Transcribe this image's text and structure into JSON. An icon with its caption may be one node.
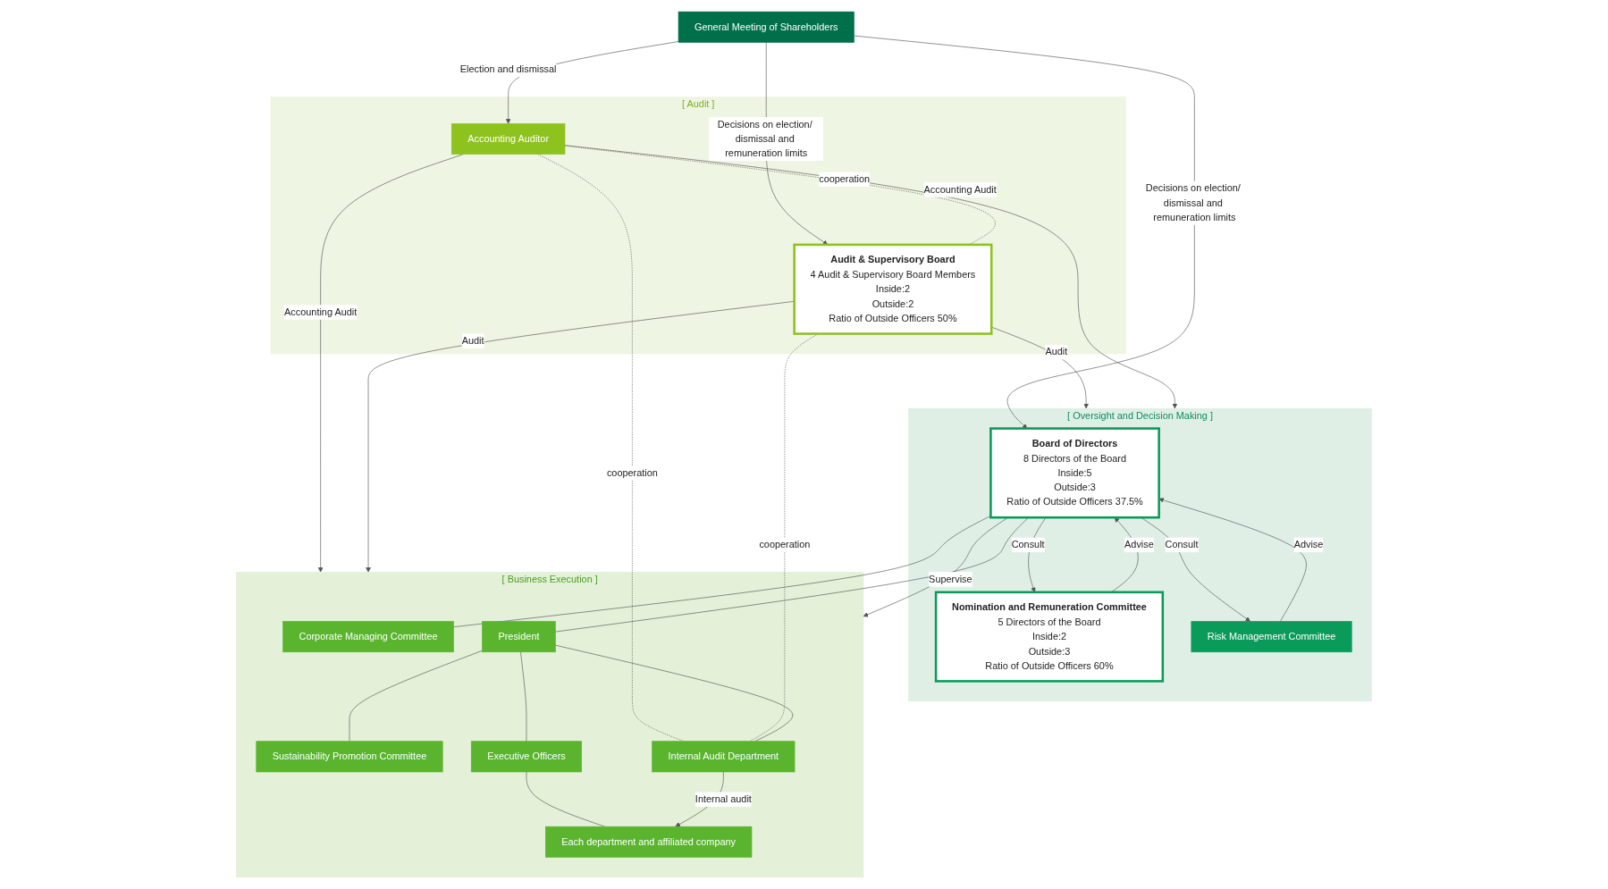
{
  "diagram": {
    "nodes": [
      {
        "text": [
          "General Meeting of Shareholders"
        ]
      },
      {
        "text": [
          "[ Audit ]"
        ]
      },
      {
        "text": [
          "Accounting Auditor"
        ],
        "in": 1
      },
      {
        "text": [
          "Audit & Supervisory Board",
          "4 Audit & Supervisory Board Members",
          "Inside:2",
          "Outside:2",
          "Ratio of Outside Officers 50%"
        ],
        "in": 1
      },
      {
        "text": [
          "[ Oversight and Decision Making ]"
        ]
      },
      {
        "text": [
          "Board of Directors",
          "8 Directors of the Board",
          "Inside:5",
          "Outside:3",
          "Ratio of Outside Officers 37.5%"
        ],
        "in": 4
      },
      {
        "text": [
          "Nomination and Remuneration Committee",
          "5 Directors of the Board",
          "Inside:2",
          "Outside:3",
          "Ratio of Outside Officers 60%"
        ],
        "in": 4
      },
      {
        "text": [
          "Risk Management Committee"
        ],
        "in": 4
      },
      {
        "text": [
          "[ Business Execution ]"
        ]
      },
      {
        "text": [
          "Corporate Managing Committee"
        ],
        "in": 8
      },
      {
        "text": [
          "President"
        ],
        "in": 8
      },
      {
        "text": [
          "Sustainability Promotion Committee"
        ],
        "in": 8
      },
      {
        "text": [
          "Internal Audit Department"
        ],
        "in": 8
      },
      {
        "text": [
          "Executive Officers"
        ],
        "in": 8
      },
      {
        "text": [
          "Each department and affiliated company"
        ],
        "in": 8
      }
    ],
    "edges": [
      {
        "from": 0,
        "to": 2,
        "arrow": "to",
        "label": "Election and dismissal"
      },
      {
        "from": 0,
        "to": 3,
        "arrow": "to",
        "label": "Decisions on election/ dismissal and remuneration limits"
      },
      {
        "from": 0,
        "to": 5,
        "arrow": "to",
        "label": "Decisions on election/ dismissal and remuneration limits"
      },
      {
        "from": 2,
        "to": 3,
        "arrow": "none",
        "label": "cooperation",
        "style": "dashed"
      },
      {
        "from": 3,
        "to": 4,
        "arrow": "to",
        "label": "Audit"
      },
      {
        "from": 2,
        "to": 4,
        "arrow": "to",
        "label": "Accounting Audit"
      },
      {
        "from": 2,
        "to": 8,
        "arrow": "to",
        "label": "Accounting Audit"
      },
      {
        "from": 3,
        "to": 8,
        "arrow": "to",
        "label": "Audit"
      },
      {
        "from": 5,
        "to": 6,
        "arrow": "to",
        "label": "Consult"
      },
      {
        "from": 6,
        "to": 5,
        "arrow": "to",
        "label": "Advise"
      },
      {
        "from": 5,
        "to": 7,
        "arrow": "to",
        "label": "Consult"
      },
      {
        "from": 7,
        "to": 5,
        "arrow": "to",
        "label": "Advise"
      },
      {
        "from": 5,
        "to": 8,
        "arrow": "to",
        "label": "Supervise"
      },
      {
        "from": 2,
        "to": 12,
        "arrow": "none",
        "label": "cooperation",
        "style": "dashed"
      },
      {
        "from": 3,
        "to": 12,
        "arrow": "none",
        "label": "cooperation",
        "style": "dashed"
      },
      {
        "from": 5,
        "to": 9,
        "arrow": "none"
      },
      {
        "from": 5,
        "to": 10,
        "arrow": "none"
      },
      {
        "from": 10,
        "to": 11,
        "arrow": "none"
      },
      {
        "from": 10,
        "to": 12,
        "arrow": "none"
      },
      {
        "from": 10,
        "to": 13,
        "arrow": "none"
      },
      {
        "from": 13,
        "to": 14,
        "arrow": "none"
      },
      {
        "from": 12,
        "to": 14,
        "arrow": "to",
        "label": "Internal audit"
      }
    ]
  }
}
